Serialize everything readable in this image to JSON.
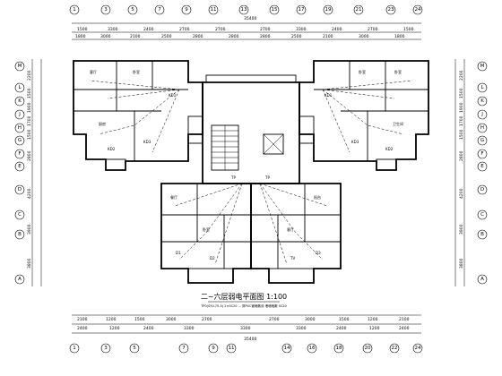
{
  "drawing": {
    "title": "二~六层弱电平面图 1:100",
    "note": "TP0(SYV-75-5) 2×SC20 ... 穿PVC管暗敷设 埋墙暗敷 SC20",
    "total_dimension_top": "35400",
    "total_dimension_bottom": "35400"
  },
  "axes": {
    "top": [
      "1",
      "3",
      "5",
      "7",
      "9",
      "11",
      "13",
      "15",
      "17",
      "19",
      "21",
      "23",
      "24"
    ],
    "bottom": [
      "1",
      "3",
      "5",
      "7",
      "9",
      "11",
      "14",
      "16",
      "18",
      "20",
      "22",
      "24"
    ],
    "left": [
      "M",
      "L",
      "K",
      "J",
      "H",
      "G",
      "F",
      "E",
      "D",
      "C",
      "B",
      "A"
    ],
    "right": [
      "M",
      "L",
      "K",
      "J",
      "H",
      "G",
      "F",
      "E",
      "D",
      "C",
      "B",
      "A"
    ]
  },
  "dimensions": {
    "top_row1": [
      "1500",
      "3300",
      "2400",
      "2700",
      "2700",
      "2700",
      "3300",
      "2400",
      "2700",
      "1500"
    ],
    "top_row2": [
      "1800",
      "3000",
      "2100",
      "2500",
      "2800",
      "2800",
      "2800",
      "2500",
      "2100",
      "3000",
      "1800"
    ],
    "bottom_row1": [
      "2100",
      "1200",
      "1500",
      "3000",
      "2700",
      "2700",
      "3000",
      "1500",
      "1200",
      "2100"
    ],
    "bottom_row2": [
      "2400",
      "1200",
      "2400",
      "3300",
      "3300",
      "3300",
      "2400",
      "1200",
      "2400"
    ],
    "left_col": [
      "2200",
      "1500",
      "1900",
      "1700",
      "1500",
      "2800",
      "4200",
      "3900",
      "3800"
    ],
    "right_col": [
      "2200",
      "1500",
      "1900",
      "1700",
      "1500",
      "2800",
      "4200",
      "3900",
      "3800"
    ]
  },
  "rooms": {
    "labels": [
      "客厅",
      "卧室",
      "卧室",
      "厨房",
      "卫生间",
      "餐厅",
      "阳台",
      "卧室",
      "客厅",
      "卧室"
    ],
    "device_tags": [
      "KD1",
      "KD2",
      "KD3",
      "KD1",
      "KD2",
      "KD3",
      "D1",
      "D2",
      "D3",
      "TP",
      "TP",
      "TV"
    ]
  }
}
